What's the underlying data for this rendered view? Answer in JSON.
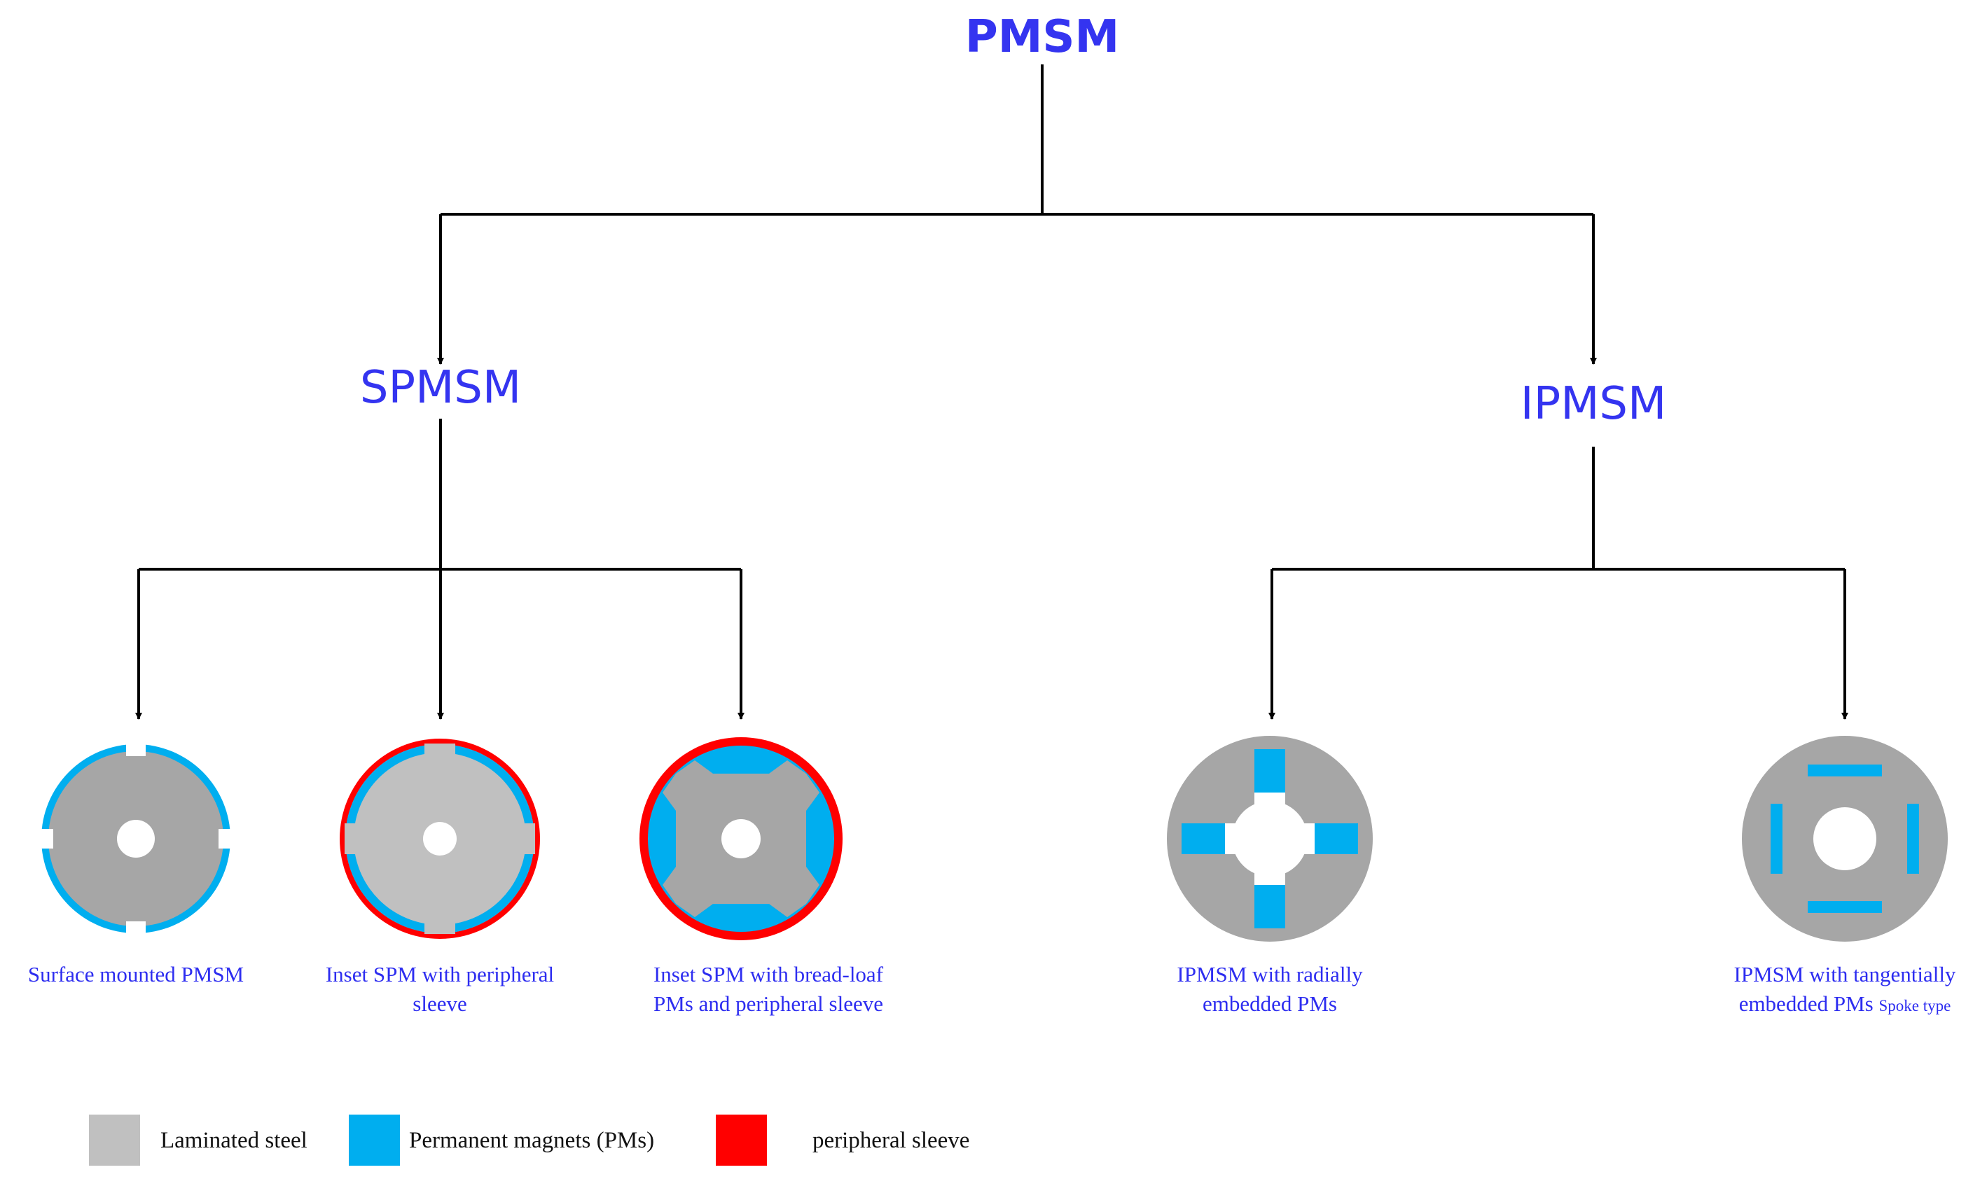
{
  "root": {
    "label": "PMSM"
  },
  "branches": [
    {
      "id": "spmsm",
      "label": "SPMSM"
    },
    {
      "id": "ipmsm",
      "label": "IPMSM"
    }
  ],
  "rotors": [
    {
      "id": "surface",
      "caption_lines": [
        "Surface mounted PMSM"
      ]
    },
    {
      "id": "inset-sleeve",
      "caption_lines": [
        "Inset SPM with peripheral",
        "sleeve"
      ]
    },
    {
      "id": "bread-loaf",
      "caption_lines": [
        "Inset SPM with bread-loaf",
        "PMs and peripheral sleeve"
      ]
    },
    {
      "id": "radial",
      "caption_lines": [
        "IPMSM with radially",
        "embedded PMs"
      ]
    },
    {
      "id": "spoke",
      "caption_lines": [
        "IPMSM with tangentially",
        "embedded PMs"
      ],
      "caption_suffix": "Spoke type"
    }
  ],
  "legend": [
    {
      "label": "Laminated steel",
      "color": "#c0c0c0"
    },
    {
      "label": "Permanent magnets (PMs)",
      "color": "#00aeef"
    },
    {
      "label": "peripheral sleeve",
      "color": "#ff0000"
    }
  ],
  "colors": {
    "title": "#3434f0",
    "caption": "#2d2df0",
    "rotor_core": "#a6a6a6",
    "light_core": "#c0c0c0",
    "magnet": "#00aeef",
    "sleeve": "#ff0000"
  }
}
